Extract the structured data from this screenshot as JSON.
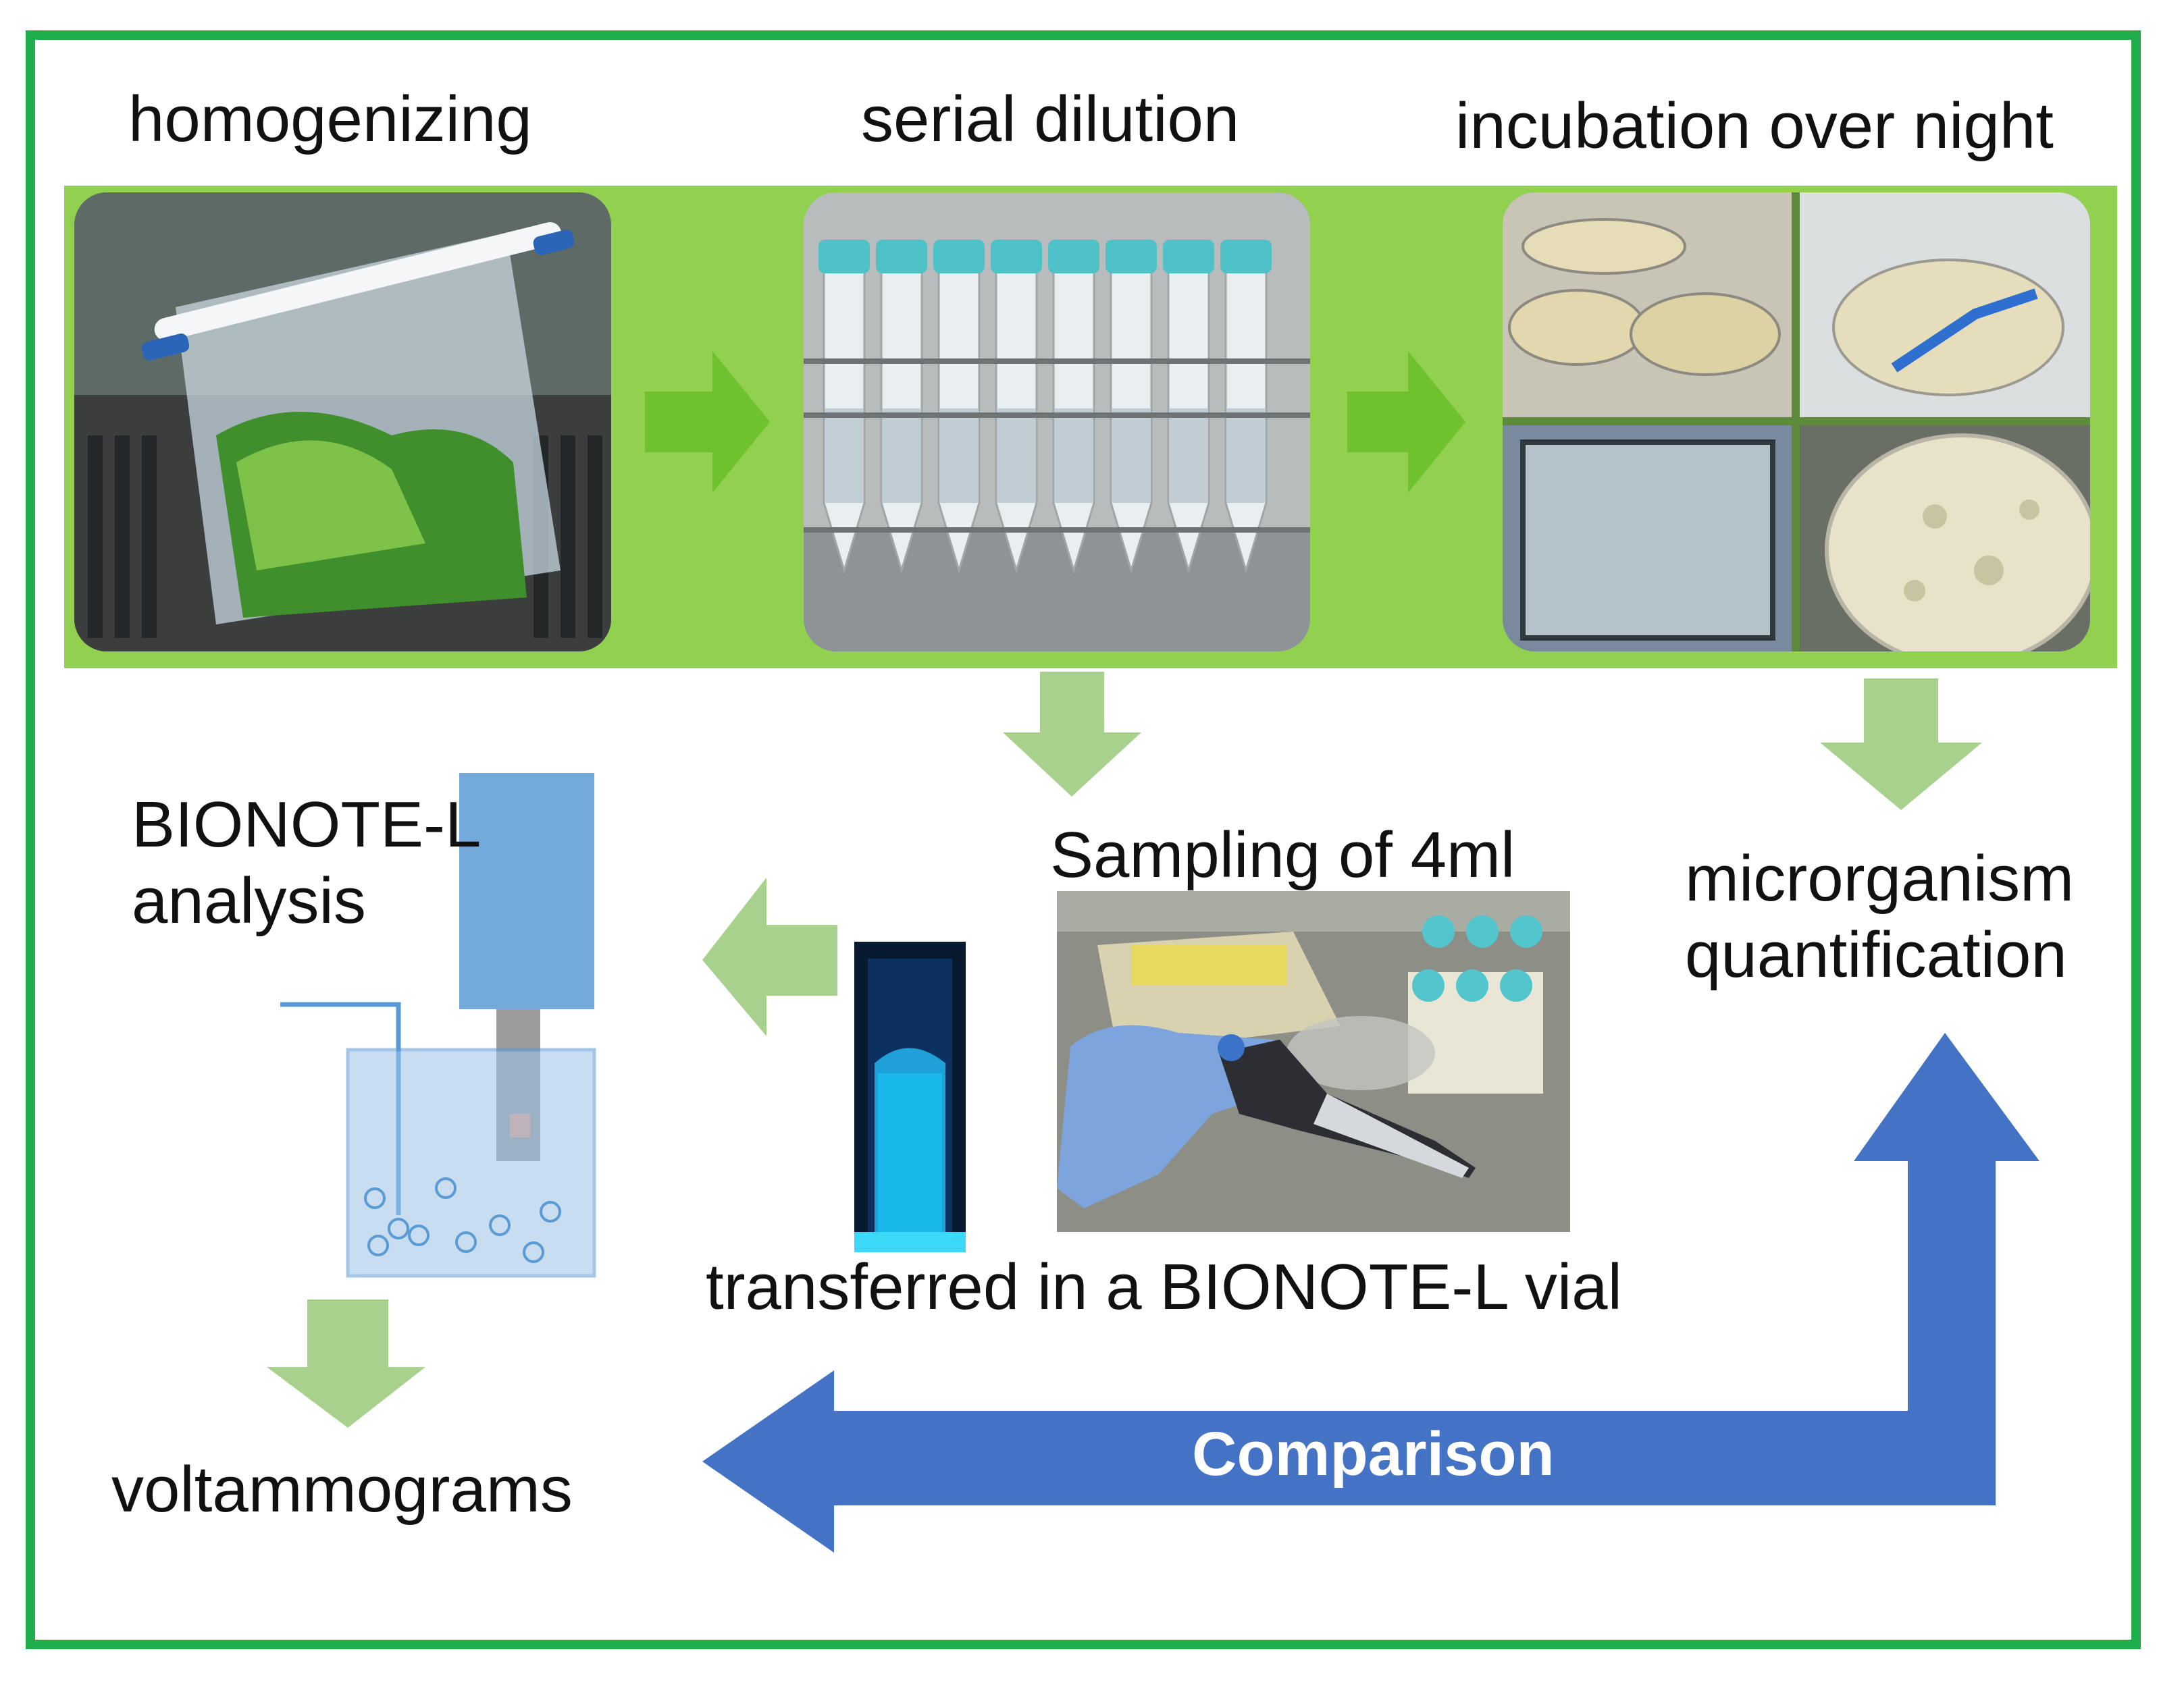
{
  "steps": {
    "homogenizing": "homogenizing",
    "serial_dilution": "serial dilution",
    "incubation": "incubation over night",
    "sampling": "Sampling of 4ml",
    "transferred": "transferred in a BIONOTE-L vial",
    "bionote_line1": "BIONOTE-L",
    "bionote_line2": "analysis",
    "voltammograms": "voltammograms",
    "quant_line1": "microrganism",
    "quant_line2": "quantification",
    "comparison": "Comparison"
  },
  "colors": {
    "frame": "#1fae4b",
    "band": "#92d050",
    "flow_arrow_bright": "#6fc22e",
    "flow_arrow_light": "#a9d18e",
    "comparison_arrow": "#4472c4",
    "instrument_blue": "#5b9bd5"
  },
  "icons": [
    "stomacher-bag-photo",
    "centrifuge-tubes-photo",
    "incubation-plates-photo",
    "pipette-sampling-photo",
    "cuvette-icon",
    "electrochemical-cell-icon"
  ]
}
